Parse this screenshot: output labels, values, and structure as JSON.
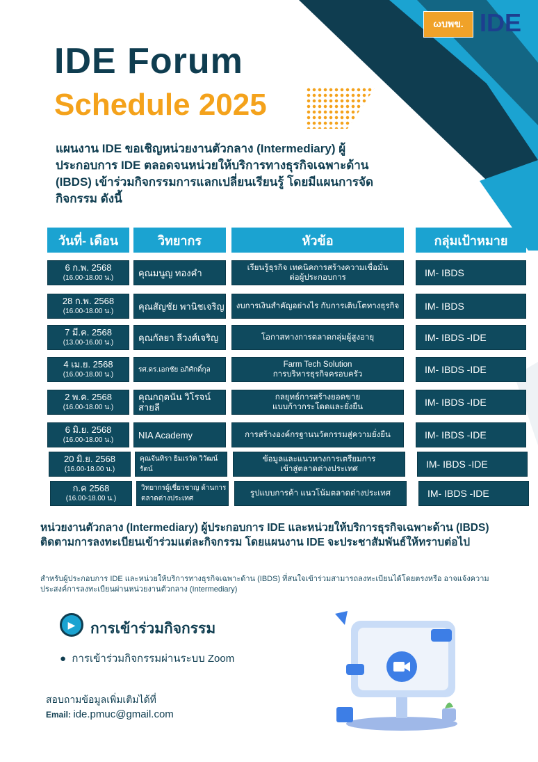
{
  "logos": {
    "left": "ωบพข.",
    "right": "IDE"
  },
  "header": {
    "title": "IDE Forum",
    "subtitle": "Schedule 2025"
  },
  "intro": "แผนงาน IDE ขอเชิญหน่วยงานตัวกลาง (Intermediary) ผู้ประกอบการ IDE ตลอดจนหน่วยให้บริการทางธุรกิจเฉพาะด้าน (IBDS) เข้าร่วมกิจกรรมการแลกเปลี่ยนเรียนรู้ โดยมีแผนการจัดกิจกรรม ดังนี้",
  "table": {
    "headers": [
      "วันที่- เดือน",
      "วิทยากร",
      "หัวข้อ",
      "กลุ่มเป้าหมาย"
    ],
    "rows": [
      {
        "date": "6 ก.พ. 2568",
        "time": "(16.00-18.00 น.)",
        "speaker": "คุณมนูญ  ทองคำ",
        "topic": [
          "เรียนรู้ธุรกิจ เทคนิคการสร้างความเชื่อมั่น",
          "ต่อผู้ประกอบการ"
        ],
        "target": "IM- IBDS"
      },
      {
        "date": "28 ก.พ. 2568",
        "time": "(16.00-18.00 น.)",
        "speaker": "คุณสัญชัย  พานิชเจริญ",
        "topic": [
          "งบการเงินสำคัญอย่างไร  กับการเติบโตทางธุรกิจ"
        ],
        "target": "IM- IBDS"
      },
      {
        "date": "7 มี.ค. 2568",
        "time": "(13.00-16.00 น.)",
        "speaker": "คุณกัลยา ลีวงศ์เจริญ",
        "topic": [
          "โอกาสทางการตลาดกลุ่มผู้สูงอายุ"
        ],
        "target": "IM- IBDS -IDE"
      },
      {
        "date": "4 เม.ย. 2568",
        "time": "(16.00-18.00 น.)",
        "speaker": "รศ.ดร.เอกชัย อภิศักดิ์กุล",
        "topic": [
          "Farm Tech Solution",
          "การบริหารธุรกิจครอบครัว"
        ],
        "target": "IM- IBDS -IDE"
      },
      {
        "date": "2 พ.ค. 2568",
        "time": "(16.00-18.00 น.)",
        "speaker": "คุณกฤตนัน วิโรจน์สายลี",
        "topic": [
          "กลยุทธ์การสร้างยอดขาย",
          "แบบก้าวกระโดดและยั่งยืน"
        ],
        "target": "IM- IBDS -IDE"
      },
      {
        "date": "6 มิ.ย. 2568",
        "time": "(16.00-18.00 น.)",
        "speaker": "NIA Academy",
        "topic": [
          "การสร้างองค์กรฐานนวัตกรรมสู่ความยั่งยืน"
        ],
        "target": "IM- IBDS -IDE"
      },
      {
        "date": "20 มิ.ย. 2568",
        "time": "(16.00-18.00 น.)",
        "speaker": "คุณจันทิรา ยิมเรวัต วิวัฒน์รัตน์",
        "topic": [
          "ข้อมูลและแนวทางการเตรียมการ",
          "เข้าสู่ตลาดต่างประเทศ"
        ],
        "target": "IM- IBDS -IDE"
      },
      {
        "date": "ก.ค 2568",
        "time": "(16.00-18.00 น.)",
        "speaker": "วิทยากรผู้เชี่ยวชาญ ด้านการตลาดต่างประเทศ",
        "topic": [
          "รูปแบบการค้า แนวโน้มตลาดต่างประเทศ"
        ],
        "target": "IM- IBDS -IDE"
      }
    ]
  },
  "note_bold": "หน่วยงานตัวกลาง (Intermediary) ผู้ประกอบการ IDE  และหน่วยให้บริการธุรกิจเฉพาะด้าน (IBDS) ติดตามการลงทะเบียนเข้าร่วมแต่ละกิจกรรม โดยแผนงาน IDE  จะประชาสัมพันธ์ให้ทราบต่อไป",
  "note_small": "สำหรับผู้ประกอบการ IDE และหน่วยให้บริการทางธุรกิจเฉพาะด้าน (IBDS)  ที่สนใจเข้าร่วมสามารถลงทะเบียนได้โดยตรงหรือ อาจแจ้งความประสงค์การลงทะเบียนผ่านหน่วยงานตัวกลาง (Intermediary)",
  "join": {
    "heading": "การเข้าร่วมกิจกรรม",
    "item": "การเข้าร่วมกิจกรรมผ่านระบบ Zoom"
  },
  "contact": {
    "label": "สอบถามข้อมูลเพิ่มเติมได้ที่",
    "email_label": "Email:",
    "email": "ide.pmuc@gmail.com"
  },
  "colors": {
    "navy": "#0f3d50",
    "cyan": "#1ba3d1",
    "orange": "#f4a21b",
    "row": "#0f4a5e"
  }
}
